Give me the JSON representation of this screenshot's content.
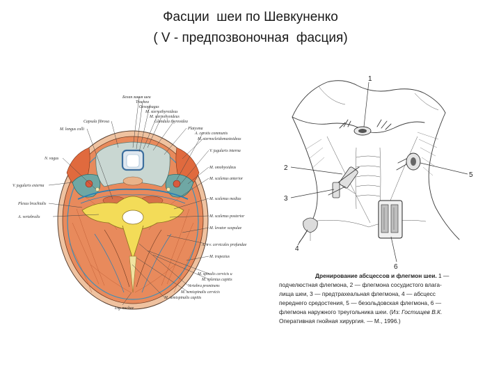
{
  "slide": {
    "title_line1": "Фасции  шеи по Шевкуненко",
    "title_line2": "( V - предпозвоночная  фасция)"
  },
  "cross_section": {
    "labels": {
      "linea_alba": "Белая линия шеи",
      "trachea": "Trachea",
      "oesophagus": "Oesophagus",
      "sternothyroideus": "M. sternothyroideus",
      "sternohyoideus": "M. sternohyoideus",
      "glandula_thyreoidea": "Glandula thyreoidea",
      "capsula_fibrosa": "Capsula fibrosa",
      "platysma": "Platysma",
      "carotis_communis": "A. carotis communis",
      "sternocleidomastoideus": "M. sternocleidomastoideus",
      "longus_colli": "M. longus colli",
      "jugularis_interna": "V. jugularis interna",
      "omohyoideus": "M. omohyoideus",
      "vagus": "N. vagus",
      "scalenus_anterior": "M. scalenus anterior",
      "jugularis_externa": "V. jugularis externa",
      "scalenus_medius": "M. scalenus medius",
      "plexus_brachialis": "Plexus brachialis",
      "vertebralis": "A. vertebralis",
      "scalenus_posterior": "M. scalenus posterior",
      "levator_scapulae": "M. levator scapulae",
      "cervicales_profundae": "A. и v. cervicales profundae",
      "trapezius": "M. trapezius",
      "spinalis_cervicis": "M. spinalis cervicis и",
      "splenius_capitis": "M. splenius capitis",
      "vertebra_prominens": "Vertebra prominens",
      "semispinalis_cervicis": "M. semispinalis cervicis",
      "semispinalis_capitis": "M. semispinalis capitis",
      "lig_nuchae": "Lig. nuchae"
    }
  },
  "surgery_figure": {
    "callouts": [
      "1",
      "2",
      "3",
      "4",
      "5",
      "6"
    ],
    "caption": {
      "line1_bold": "Дренирование абсцессов и флегмон шеи.",
      "line1_rest": " 1 —",
      "line2": "подчелюстная флегмона, 2 — флегмона сосудистого влага-",
      "line3": "лища шеи, 3 — предтрахеальная флегмона, 4 — абсцесс",
      "line4": "переднего средостения, 5 — безольдовская флегмона, 6 —",
      "line5": "флегмона наружного треугольника шеи. (Из:",
      "line5_italic": " Гостищев В.К.",
      "line6": "Оперативная гнойная хирургия. — М., 1996.)"
    }
  }
}
